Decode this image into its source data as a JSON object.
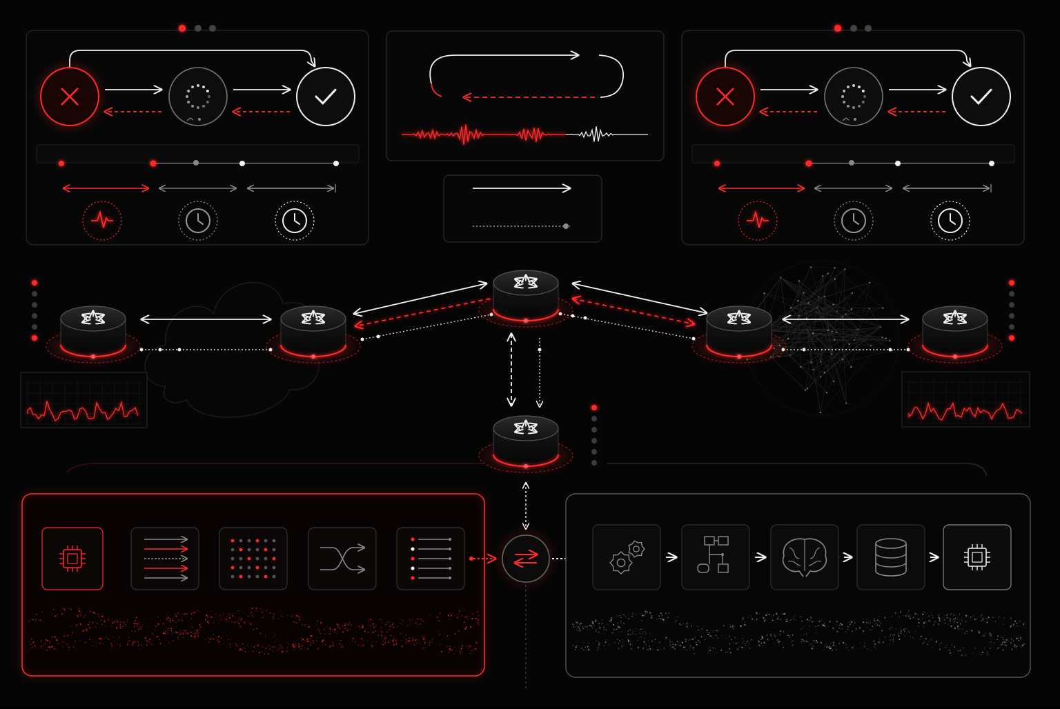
{
  "colors": {
    "background": "#050505",
    "accent_red": "#ff2a2a",
    "white": "#f2f2f2",
    "gray": "#8a8a8a",
    "panel_border": "#2a2a2a"
  },
  "state_panels": [
    {
      "id": "left",
      "states": [
        {
          "icon": "x-icon",
          "status": "failed"
        },
        {
          "icon": "loading-icon",
          "status": "pending"
        },
        {
          "icon": "check-icon",
          "status": "success"
        }
      ],
      "gauge_icons": [
        "pulse-icon",
        "clock-icon",
        "clock-icon"
      ]
    },
    {
      "id": "right",
      "states": [
        {
          "icon": "x-icon",
          "status": "failed"
        },
        {
          "icon": "loading-icon",
          "status": "pending"
        },
        {
          "icon": "check-icon",
          "status": "success"
        }
      ],
      "gauge_icons": [
        "pulse-icon",
        "clock-icon",
        "clock-icon"
      ]
    }
  ],
  "legend": {
    "items": [
      {
        "style": "solid",
        "color": "#f2f2f2"
      },
      {
        "style": "dashed",
        "color": "#ff2a2a"
      },
      {
        "style": "dotted",
        "color": "#8a8a8a"
      }
    ]
  },
  "network": {
    "routers": [
      {
        "id": "r1"
      },
      {
        "id": "r2"
      },
      {
        "id": "r3"
      },
      {
        "id": "r4"
      },
      {
        "id": "r5"
      },
      {
        "id": "r6"
      }
    ],
    "links": [
      {
        "from": "r1",
        "to": "r2"
      },
      {
        "from": "r2",
        "to": "r3"
      },
      {
        "from": "r3",
        "to": "r4"
      },
      {
        "from": "r4",
        "to": "r5"
      },
      {
        "from": "r3",
        "to": "r6"
      }
    ]
  },
  "pipelines": {
    "left": {
      "stages": [
        "chip-icon",
        "list-arrows-icon",
        "matrix-dots-icon",
        "shuffle-icon",
        "list-dots-icon"
      ]
    },
    "hub": {
      "icon": "exchange-icon"
    },
    "right": {
      "stages": [
        "gears-icon",
        "flowchart-icon",
        "brain-icon",
        "database-icon",
        "chip-icon"
      ]
    }
  }
}
